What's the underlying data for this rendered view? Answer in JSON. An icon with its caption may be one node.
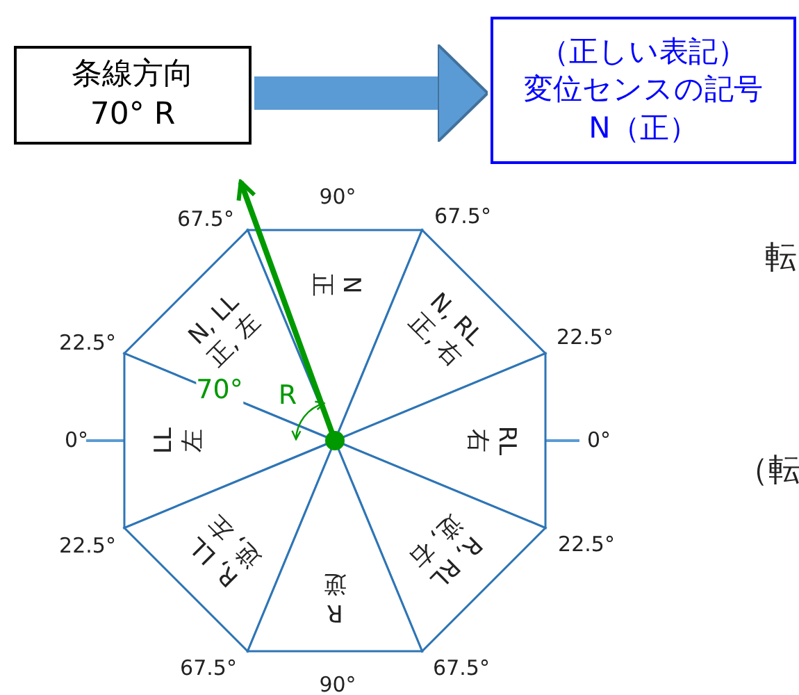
{
  "diagram": {
    "nodes": [
      {
        "text": [
          "条線方向",
          "70° R"
        ]
      },
      {
        "text": [
          "（正しい表記）",
          "変位センスの記号N（正）"
        ]
      },
      {
        "text": [
          "N",
          "正"
        ]
      },
      {
        "text": [
          "N, LL",
          "正, 左"
        ]
      },
      {
        "text": [
          "N, RL",
          "正, 右"
        ]
      },
      {
        "text": [
          "LL",
          "左"
        ]
      },
      {
        "text": [
          "RL",
          "右"
        ]
      },
      {
        "text": [
          "R, LL",
          "逆, 左"
        ]
      },
      {
        "text": [
          "R, RL",
          "逆, 右"
        ]
      },
      {
        "text": [
          "R",
          "逆"
        ]
      }
    ],
    "edges": [
      {
        "from": 0,
        "to": 1,
        "arrow": "to"
      }
    ],
    "labels": [
      "90°",
      "67.5°",
      "67.5°",
      "転",
      "22.5°",
      "22.5°",
      "70°",
      "R",
      "0°",
      "0°",
      "（転",
      "22.5°",
      "22.5°",
      "67.5°",
      "67.5°",
      "90°"
    ]
  }
}
